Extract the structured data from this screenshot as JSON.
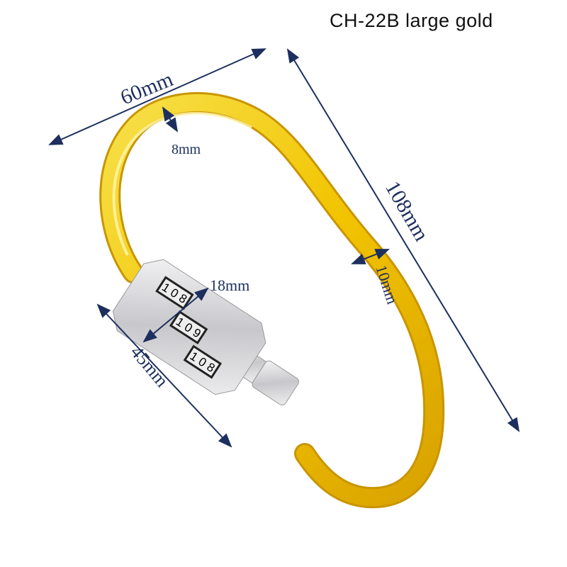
{
  "title": "CH-22B large gold",
  "dimensions": {
    "width": "60mm",
    "wire_thickness": "8mm",
    "length": "108mm",
    "body_thickness": "10mm",
    "lock_width": "18mm",
    "lock_length": "45mm"
  },
  "lock_dials": [
    "1 0 8",
    "1 0 9",
    "1 0 8"
  ],
  "colors": {
    "gold": "#f2c400",
    "arrow": "#1d2f5e",
    "silver": "#d8d8dc"
  }
}
